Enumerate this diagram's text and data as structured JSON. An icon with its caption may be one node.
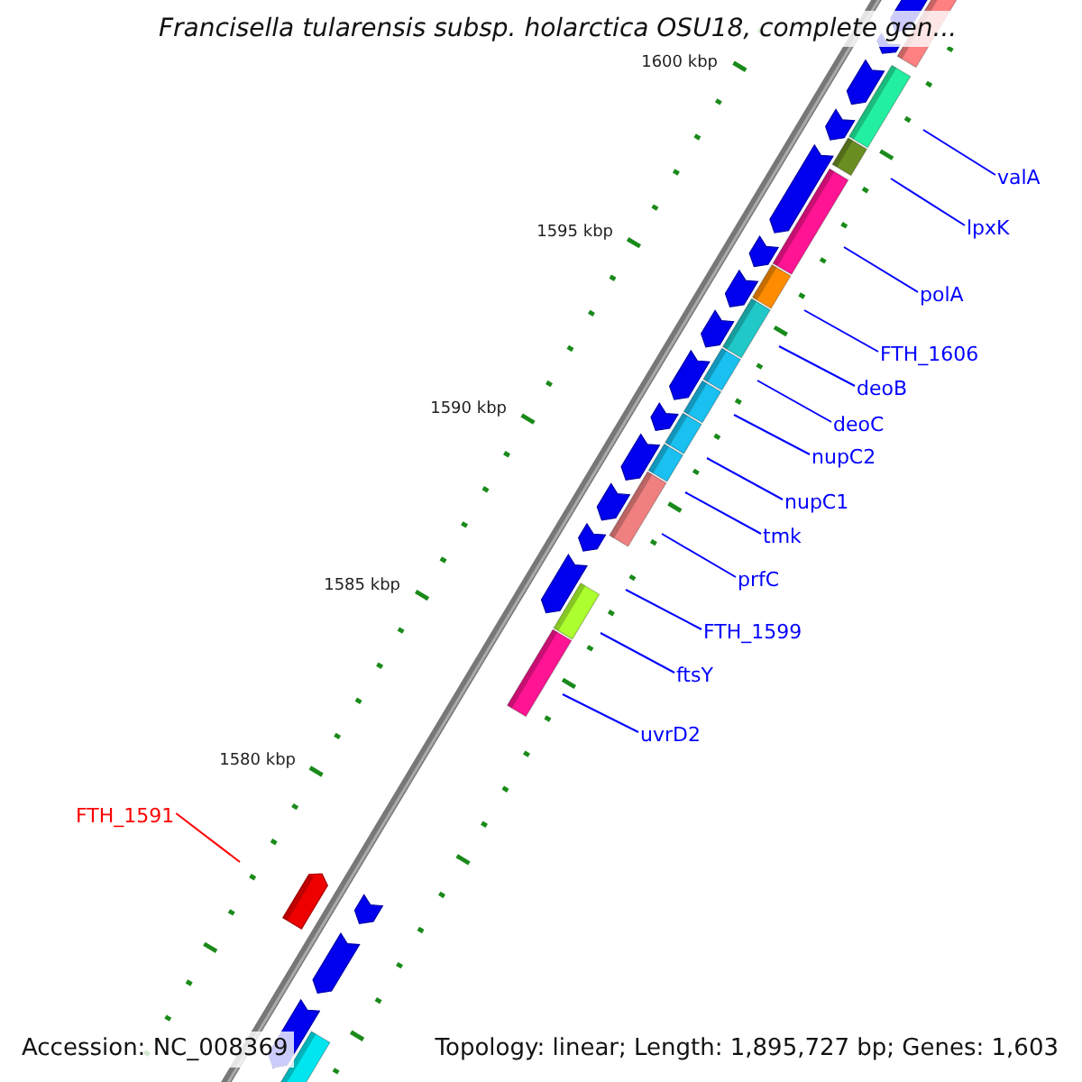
{
  "diagram": {
    "title": "Francisella tularensis subsp. holarctica OSU18, complete gen...",
    "nodes": [
      {
        "text": [
          "valA"
        ]
      },
      {
        "text": [
          "lpxK"
        ]
      },
      {
        "text": [
          "polA"
        ]
      },
      {
        "text": [
          "FTH_1606"
        ]
      },
      {
        "text": [
          "deoB"
        ]
      },
      {
        "text": [
          "deoC"
        ]
      },
      {
        "text": [
          "nupC2"
        ]
      },
      {
        "text": [
          "nupC1"
        ]
      },
      {
        "text": [
          "tmk"
        ]
      },
      {
        "text": [
          "prfC"
        ]
      },
      {
        "text": [
          "FTH_1599"
        ]
      },
      {
        "text": [
          "ftsY"
        ]
      },
      {
        "text": [
          "uvrD2"
        ]
      },
      {
        "text": [
          "FTH_1591"
        ]
      }
    ],
    "edges": [
      {
        "from": 0,
        "to": null,
        "arrow": "none"
      },
      {
        "from": 1,
        "to": null,
        "arrow": "none"
      },
      {
        "from": 2,
        "to": null,
        "arrow": "none"
      },
      {
        "from": 3,
        "to": null,
        "arrow": "none"
      },
      {
        "from": 4,
        "to": null,
        "arrow": "none"
      },
      {
        "from": 5,
        "to": null,
        "arrow": "none"
      },
      {
        "from": 6,
        "to": null,
        "arrow": "none"
      },
      {
        "from": 7,
        "to": null,
        "arrow": "none"
      },
      {
        "from": 8,
        "to": null,
        "arrow": "none"
      },
      {
        "from": 9,
        "to": null,
        "arrow": "none"
      },
      {
        "from": 10,
        "to": null,
        "arrow": "none"
      },
      {
        "from": 11,
        "to": null,
        "arrow": "none"
      },
      {
        "from": 12,
        "to": null,
        "arrow": "none"
      },
      {
        "from": 13,
        "to": null,
        "arrow": "none",
        "color": "#ff0000"
      }
    ],
    "labels": [
      "1600 kbp",
      "1595 kbp",
      "1590 kbp",
      "1585 kbp",
      "1580 kbp",
      "Accession: NC_008369",
      "Topology: linear; Length: 1,895,727 bp; Genes: 1,603"
    ]
  }
}
